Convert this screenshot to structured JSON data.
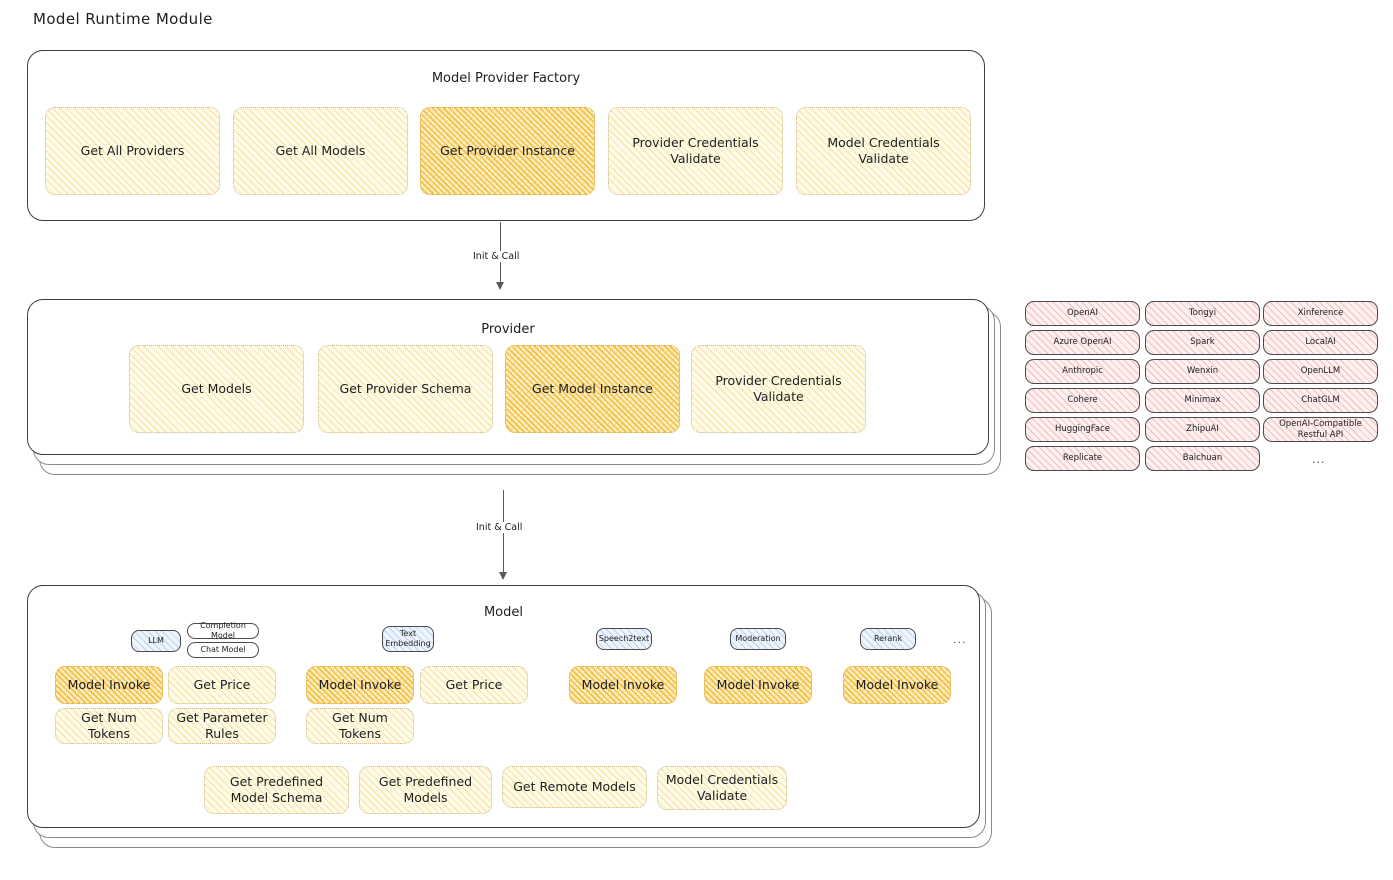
{
  "page": {
    "title": "Model Runtime Module"
  },
  "colors": {
    "fill_yellow": "#fefbea",
    "fill_yellow_strong": "#fdeec4",
    "fill_pink": "#fdf0f0",
    "fill_blue": "#eef4fb",
    "stroke": "#1e1e1e"
  },
  "factory": {
    "label": "Model Provider Factory",
    "nodes": [
      {
        "label": "Get All Providers",
        "highlight": false
      },
      {
        "label": "Get All Models",
        "highlight": false
      },
      {
        "label": "Get Provider Instance",
        "highlight": true
      },
      {
        "label": "Provider Credentials Validate",
        "highlight": false
      },
      {
        "label": "Model Credentials Validate",
        "highlight": false
      }
    ]
  },
  "arrow1": {
    "label": "Init & Call"
  },
  "provider": {
    "label": "Provider",
    "nodes": [
      {
        "label": "Get Models",
        "highlight": false
      },
      {
        "label": "Get Provider Schema",
        "highlight": false
      },
      {
        "label": "Get Model Instance",
        "highlight": true
      },
      {
        "label": "Provider Credentials Validate",
        "highlight": false
      }
    ]
  },
  "provider_list": {
    "columns": [
      [
        "OpenAI",
        "Azure OpenAI",
        "Anthropic",
        "Cohere",
        "HuggingFace",
        "Replicate"
      ],
      [
        "Tongyi",
        "Spark",
        "Wenxin",
        "Minimax",
        "ZhipuAI",
        "Baichuan"
      ],
      [
        "Xinference",
        "LocalAI",
        "OpenLLM",
        "ChatGLM",
        "OpenAI-Compatible Restful API"
      ]
    ],
    "more": "..."
  },
  "arrow2": {
    "label": "Init & Call"
  },
  "model": {
    "label": "Model",
    "more": "...",
    "types": [
      {
        "badge": "LLM",
        "sub_badges": [
          "Completion Model",
          "Chat Model"
        ],
        "methods": [
          "Model Invoke",
          "Get Price",
          "Get Num Tokens",
          "Get Parameter Rules"
        ],
        "highlighted": [
          "Model Invoke"
        ]
      },
      {
        "badge": "Text Embedding",
        "sub_badges": [],
        "methods": [
          "Model Invoke",
          "Get Price",
          "Get Num Tokens"
        ],
        "highlighted": [
          "Model Invoke"
        ]
      },
      {
        "badge": "Speech2text",
        "sub_badges": [],
        "methods": [
          "Model Invoke"
        ],
        "highlighted": [
          "Model Invoke"
        ]
      },
      {
        "badge": "Moderation",
        "sub_badges": [],
        "methods": [
          "Model Invoke"
        ],
        "highlighted": [
          "Model Invoke"
        ]
      },
      {
        "badge": "Rerank",
        "sub_badges": [],
        "methods": [
          "Model Invoke"
        ],
        "highlighted": [
          "Model Invoke"
        ]
      }
    ],
    "common_methods": [
      "Get Predefined Model Schema",
      "Get Predefined Models",
      "Get Remote Models",
      "Model Credentials Validate"
    ]
  }
}
